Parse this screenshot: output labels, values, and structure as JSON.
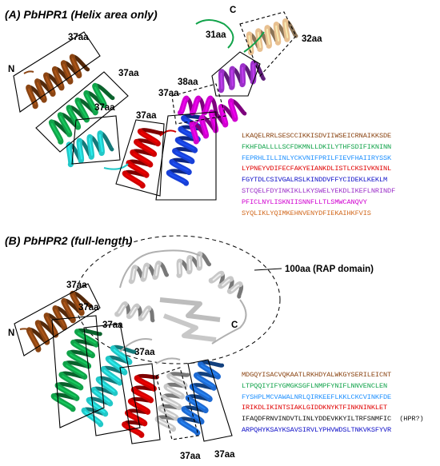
{
  "panel_a": {
    "title": "(A) PbHPR1 (Helix area only)",
    "labels": {
      "n_term": "N",
      "c_term": "C",
      "h1": "37aa",
      "h2": "37aa",
      "h3": "37aa",
      "h4": "37aa",
      "h5": "37aa",
      "h6": "38aa",
      "h7": "31aa",
      "h8": "32aa"
    },
    "sequences": [
      {
        "text": "LKAQELRRLSESCCIKKISDVIIWSEICRNAIKKSDE",
        "color": "#8B4513"
      },
      {
        "text": "FKHFDALLLLSCFDKMNLLDKILYTHFSDIFIKNINN",
        "color": "#11A34A"
      },
      {
        "text": "FEPRHLILLINLYCKVNIFPRILFIEVFHAIIRYSSK",
        "color": "#1E90FF"
      },
      {
        "text": "LYPNEYVDIFECFAKYEIANKDLISTLCKSIVKNINL",
        "color": "#E00000"
      },
      {
        "text": "FGYTDLCSIVGALRSLKINDDVFFYCIDEKLKEKLM",
        "color": "#1010C8"
      },
      {
        "text": "STCQELFDYINKIKLLKYSWELYEKDLIKEFLNRINDF",
        "color": "#9B30C8"
      },
      {
        "text": "PFICLNYLISKNIISNNFLLTLSMWCANQVY",
        "color": "#D000D0"
      },
      {
        "text": "SYQLIKLYQIMKEHNVENYDFIEKAIHKFVIS",
        "color": "#D2691E"
      }
    ]
  },
  "panel_b": {
    "title": "(B) PbHPR2 (full-length)",
    "labels": {
      "n_term": "N",
      "c_term": "C",
      "rap": "100aa (RAP domain)",
      "h1": "37aa",
      "h2": "37aa",
      "h3": "37aa",
      "h4": "37aa",
      "h5": "37aa",
      "h6": "37aa"
    },
    "sequences": [
      {
        "text": "MDGQYISACVQKAATLRKHDYALWKGYSERILEICNT",
        "color": "#8B4513"
      },
      {
        "text": "LTPQQIYIFYGMGKSGFLNMPFYNIFLNNVENCLEN",
        "color": "#11A34A"
      },
      {
        "text": "FYSHPLMCVAWALNRLQIRKEEFLKKLCKCVINKFDE",
        "color": "#1E90FF"
      },
      {
        "text": "IRIKDLIKINTSIAKLGIDDKNYKTFINKNINKLET",
        "color": "#E00000"
      },
      {
        "text": "IFAQDFRNVINDVTLINLYDDEVKKYILTRFSNMFIC  (HPR?)",
        "color": "#111111"
      },
      {
        "text": "ARPQHYKSAYKSAVSIRVLYPHVWDSLTNKVKSFYVR",
        "color": "#1010C8"
      }
    ]
  },
  "colors": {
    "brown": "#8B4513",
    "green": "#11A34A",
    "cyan": "#22C8C8",
    "red": "#D00000",
    "blue": "#1840D8",
    "purple": "#9B30C8",
    "magenta": "#D000D0",
    "tan": "#E8C090",
    "grey": "#C8C8C8",
    "mediumblue": "#1E6AD2"
  }
}
